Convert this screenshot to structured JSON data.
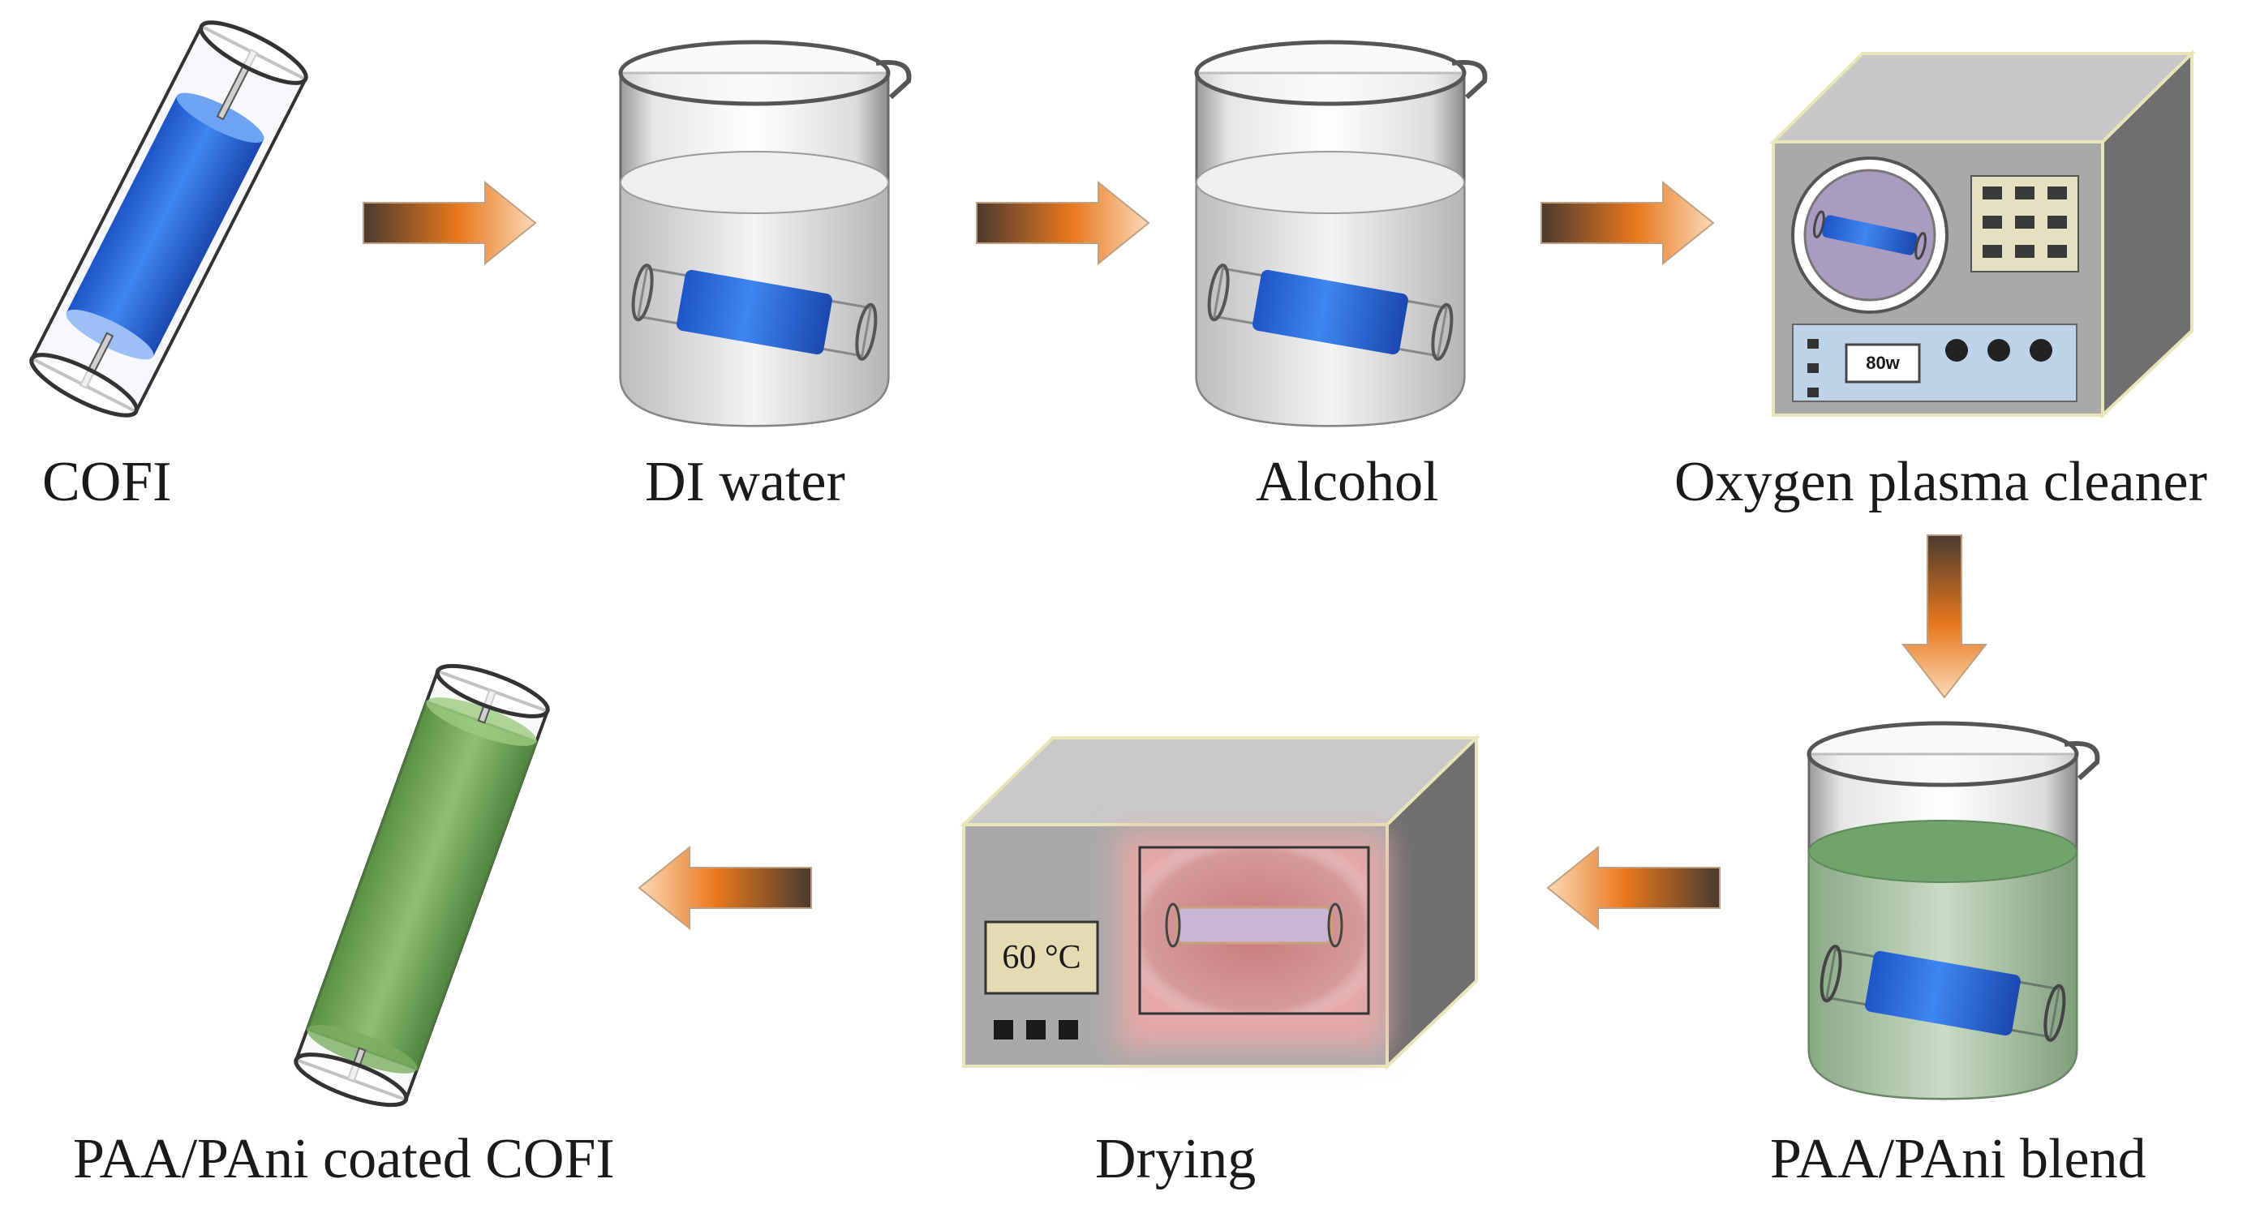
{
  "steps": {
    "cofi": "COFI",
    "di_water": "DI water",
    "alcohol": "Alcohol",
    "plasma": "Oxygen plasma cleaner",
    "blend": "PAA/PAni blend",
    "drying": "Drying",
    "coated": "PAA/PAni coated COFI"
  },
  "plasma_cleaner": {
    "power": "80w"
  },
  "oven": {
    "temperature": "60 °C"
  },
  "colors": {
    "cofi_blue": "#2a6fe0",
    "coated_green": "#6fa45a",
    "arrow_orange": "#e87b1e",
    "oven_glow": "#d98a8a",
    "device_gray": "#a9a9a9"
  }
}
